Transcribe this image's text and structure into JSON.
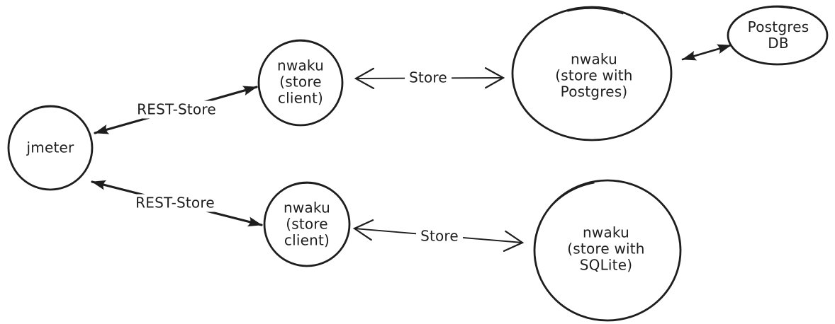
{
  "diagram": {
    "style": "hand-drawn-sketch",
    "colors": {
      "stroke": "#1e1e1e",
      "background": "#ffffff"
    },
    "nodes": {
      "jmeter": {
        "label": "jmeter",
        "shape": "circle"
      },
      "store_client_top": {
        "label": "nwaku\n(store\nclient)",
        "shape": "circle"
      },
      "store_client_bottom": {
        "label": "nwaku\n(store\nclient)",
        "shape": "circle"
      },
      "store_postgres": {
        "label": "nwaku\n(store with\nPostgres)",
        "shape": "circle"
      },
      "store_sqlite": {
        "label": "nwaku\n(store with\nSQLite)",
        "shape": "circle"
      },
      "postgres_db": {
        "label": "Postgres\nDB",
        "shape": "ellipse"
      }
    },
    "edges": {
      "rest_store_top": {
        "label": "REST-Store",
        "from": "jmeter",
        "to": "store_client_top",
        "arrow": "double-headed-filled"
      },
      "store_top": {
        "label": "Store",
        "from": "store_client_top",
        "to": "store_postgres",
        "arrow": "double-headed-open"
      },
      "db_link": {
        "label": "",
        "from": "store_postgres",
        "to": "postgres_db",
        "arrow": "double-headed-filled"
      },
      "rest_store_bottom": {
        "label": "REST-Store",
        "from": "jmeter",
        "to": "store_client_bottom",
        "arrow": "double-headed-filled"
      },
      "store_bottom": {
        "label": "Store",
        "from": "store_client_bottom",
        "to": "store_sqlite",
        "arrow": "double-headed-open"
      }
    }
  }
}
